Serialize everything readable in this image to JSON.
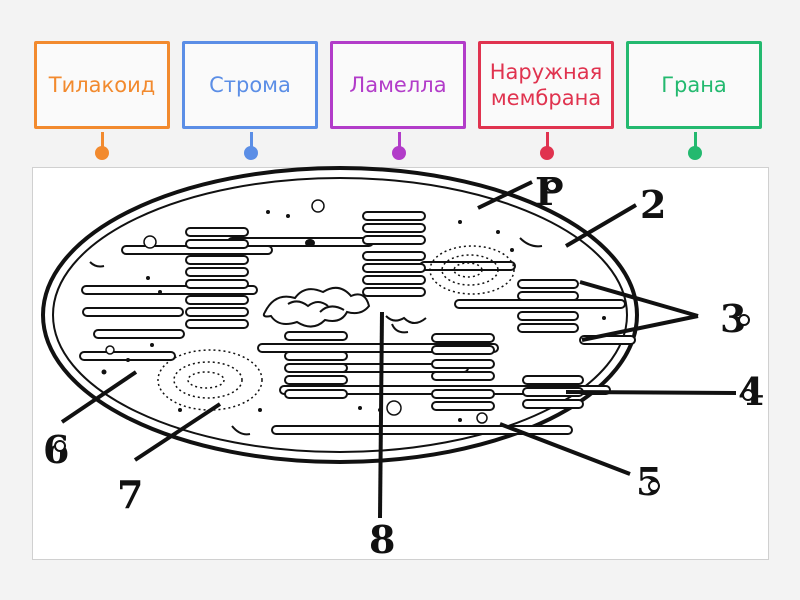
{
  "tiles": [
    {
      "label": "Тилакоид",
      "color": "#f28a2e"
    },
    {
      "label": "Строма",
      "color": "#5b8ee6"
    },
    {
      "label": "Ламелла",
      "color": "#b23cc9"
    },
    {
      "label": "Наружная мембрана",
      "line1": "Наружная",
      "line2": "мембрана",
      "color": "#e0334f"
    },
    {
      "label": "Грана",
      "color": "#23b96f"
    }
  ],
  "diagram": {
    "labels": [
      "P",
      "2",
      "3",
      "4",
      "5",
      "6",
      "7",
      "8"
    ]
  }
}
